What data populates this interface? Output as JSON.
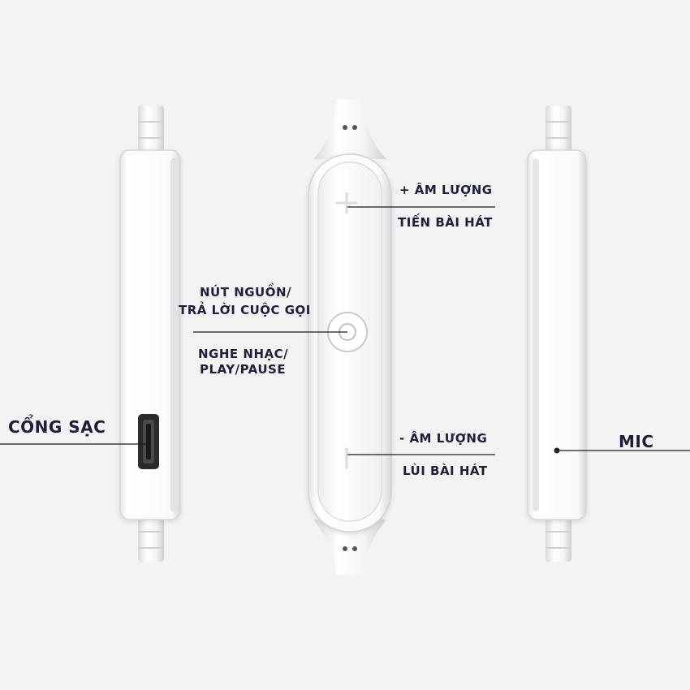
{
  "labels": {
    "vol_up": "+ ÂM LƯỢNG",
    "next_track": "TIẾN BÀI HÁT",
    "power_line1": "NÚT NGUỒN/",
    "power_line2": "TRẢ LỜI CUỘC GỌI",
    "play_line1": "NGHE NHẠC/",
    "play_line2": "PLAY/PAUSE",
    "vol_down": "-  ÂM LƯỢNG",
    "prev_track": "LÙI BÀI HÁT",
    "charge_port": "CỔNG SẠC",
    "mic": "MIC"
  },
  "colors": {
    "background": "#f3f3f4",
    "label_text": "#1d1f3a",
    "leader_line": "#1a1a1a",
    "device_body": "#ffffff",
    "device_shadow": "#c9c9cc",
    "port": "#2a2a2a"
  },
  "icons": [
    "plus-symbol",
    "minus-symbol",
    "power-ring",
    "usb-port"
  ]
}
